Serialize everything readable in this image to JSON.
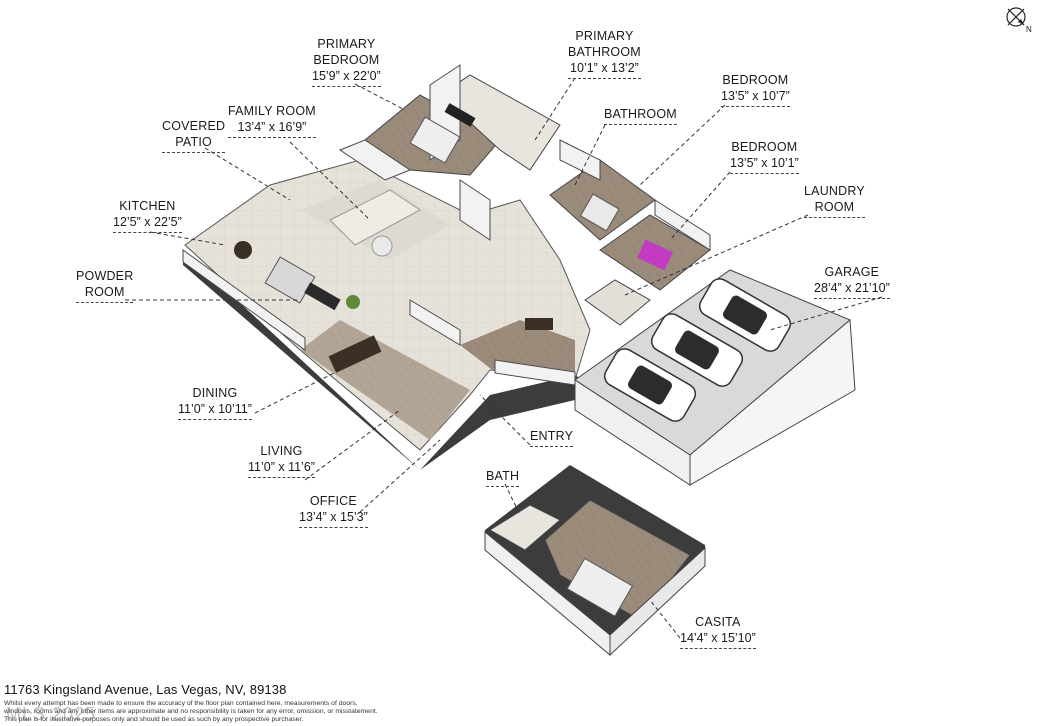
{
  "rooms": {
    "primary_bedroom": {
      "name_l1": "PRIMARY",
      "name_l2": "BEDROOM",
      "dims": "15’9” x 22’0”"
    },
    "primary_bathroom": {
      "name_l1": "PRIMARY",
      "name_l2": "BATHROOM",
      "dims": "10’1” x 13’2”"
    },
    "family_room": {
      "name": "FAMILY ROOM",
      "dims": "13’4” x 16’9”"
    },
    "covered_patio": {
      "name_l1": "COVERED",
      "name_l2": "PATIO"
    },
    "bathroom": {
      "name": "BATHROOM"
    },
    "bedroom_1": {
      "name": "BEDROOM",
      "dims": "13’5” x 10’7”"
    },
    "bedroom_2": {
      "name": "BEDROOM",
      "dims": "13’5” x 10’1”"
    },
    "kitchen": {
      "name": "KITCHEN",
      "dims": "12’5” x 22’5”"
    },
    "laundry_room": {
      "name_l1": "LAUNDRY",
      "name_l2": "ROOM"
    },
    "powder_room": {
      "name_l1": "POWDER",
      "name_l2": "ROOM"
    },
    "garage": {
      "name": "GARAGE",
      "dims": "28’4” x 21’10”"
    },
    "dining": {
      "name": "DINING",
      "dims": "11’0” x 10’11”"
    },
    "living": {
      "name": "LIVING",
      "dims": "11’0” x 11’6”"
    },
    "entry": {
      "name": "ENTRY"
    },
    "office": {
      "name": "OFFICE",
      "dims": "13’4” x 15’3”"
    },
    "bath": {
      "name": "BATH"
    },
    "casita": {
      "name": "CASITA",
      "dims": "14’4” x 15’10”"
    }
  },
  "compass": {
    "label": "N"
  },
  "footer": {
    "address": "11763 Kingsland Avenue, Las Vegas, NV, 89138",
    "disclaimer_1": "Whilst every attempt has been made to ensure the accuracy of the floor plan contained here, measurements of doors,",
    "disclaimer_2": "windows, rooms and any other items are approximate and no responsibility is taken for any error, omission, or misstatement.",
    "disclaimer_3": "This plan is for illustrative purposes only and should be used as such by any prospective purchaser."
  },
  "watermark": "MLS 2025"
}
